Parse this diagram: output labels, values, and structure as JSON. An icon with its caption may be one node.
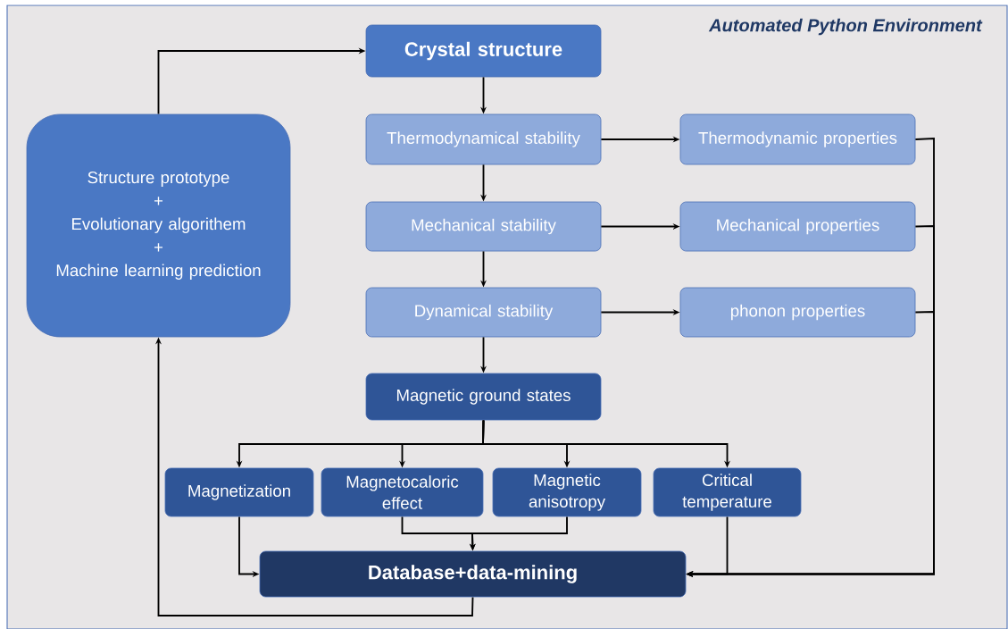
{
  "diagram": {
    "nodes": [
      {
        "text": [
          "Crystal structure"
        ]
      },
      {
        "text": [
          "Structure prototype",
          "+",
          "Evolutionary algorithem",
          "+",
          "Machine learning prediction"
        ]
      },
      {
        "text": [
          "Thermodynamical stability"
        ]
      },
      {
        "text": [
          "Thermodynamic properties"
        ]
      },
      {
        "text": [
          "Mechanical stability"
        ]
      },
      {
        "text": [
          "Mechanical properties"
        ]
      },
      {
        "text": [
          "Dynamical stability"
        ]
      },
      {
        "text": [
          "phonon properties"
        ]
      },
      {
        "text": [
          "Magnetic ground states"
        ]
      },
      {
        "text": [
          "Magnetization"
        ]
      },
      {
        "text": [
          "Magnetocaloric effect"
        ]
      },
      {
        "text": [
          "Magnetic anisotropy"
        ]
      },
      {
        "text": [
          "Critical temperature"
        ]
      },
      {
        "text": [
          "Database+data-mining"
        ]
      }
    ],
    "edges": [
      {
        "from": 1,
        "to": 0,
        "arrow": "to"
      },
      {
        "from": 0,
        "to": 2,
        "arrow": "to"
      },
      {
        "from": 2,
        "to": 3,
        "arrow": "to"
      },
      {
        "from": 2,
        "to": 4,
        "arrow": "to"
      },
      {
        "from": 4,
        "to": 5,
        "arrow": "to"
      },
      {
        "from": 4,
        "to": 6,
        "arrow": "to"
      },
      {
        "from": 6,
        "to": 7,
        "arrow": "to"
      },
      {
        "from": 6,
        "to": 8,
        "arrow": "to"
      },
      {
        "from": 8,
        "to": 9,
        "arrow": "to"
      },
      {
        "from": 8,
        "to": 10,
        "arrow": "to"
      },
      {
        "from": 8,
        "to": 11,
        "arrow": "to"
      },
      {
        "from": 8,
        "to": 12,
        "arrow": "to"
      },
      {
        "from": 9,
        "to": 13,
        "arrow": "to"
      },
      {
        "from": 10,
        "to": 13,
        "arrow": "to"
      },
      {
        "from": 11,
        "to": 13,
        "arrow": "to"
      },
      {
        "from": 12,
        "to": 13,
        "arrow": "to"
      },
      {
        "from": 3,
        "to": 13,
        "arrow": "to"
      },
      {
        "from": 5,
        "to": 13,
        "arrow": "to"
      },
      {
        "from": 7,
        "to": 13,
        "arrow": "to"
      },
      {
        "from": 13,
        "to": 1,
        "arrow": "to"
      }
    ],
    "labels": [
      "Automated Python Environment"
    ]
  }
}
